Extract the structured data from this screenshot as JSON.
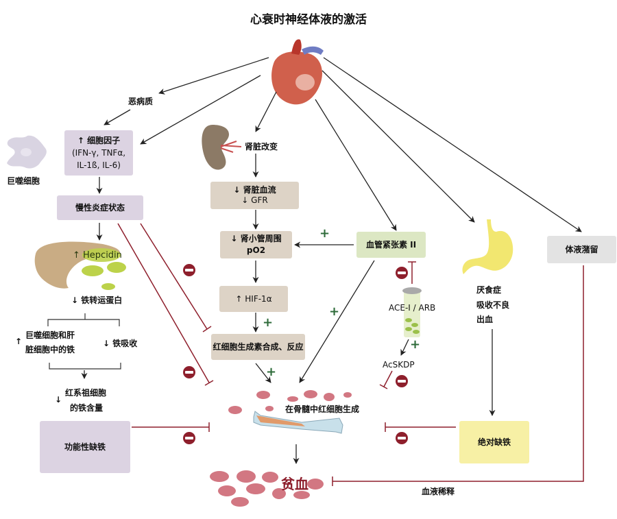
{
  "title": "心衰时神经体液的激活",
  "labels": {
    "cachexia": "恶病质",
    "macrophage": "巨噬细胞",
    "kidney_change": "肾脏改变",
    "hepcidin": "↑ Hepcidin",
    "ferroportin": "↓ 铁转运蛋白",
    "iron_stores_arrow": "↑",
    "iron_stores_line1": "巨噬细胞和肝",
    "iron_stores_line2": "脏细胞中的铁",
    "iron_absorption": "↓ 铁吸收",
    "erythroid_arrow": "↓",
    "erythroid_line1": "红系祖细胞",
    "erythroid_line2": "的铁含量",
    "ace_arb": "ACE-I / ARB",
    "acskdp": "AcSKDP",
    "stomach_line1": "厌食症",
    "stomach_line2": "吸收不良",
    "stomach_line3": "出血",
    "hemodilution": "血液稀释",
    "anemia": "贫血"
  },
  "boxes": {
    "cytokines_line1": "↑  细胞因子",
    "cytokines_line2": "(IFN-γ, TNFα,",
    "cytokines_line3": "IL-1ß, IL-6)",
    "chronic_inflammation": "慢性炎症状态",
    "renal_flow_line1": "↓ 肾脏血流",
    "renal_flow_line2": "↓ GFR",
    "peritubular_line1": "↓  肾小管周围",
    "peritubular_line2": "pO2",
    "hif": "↑  HIF-1α",
    "epo": "红细胞生成素合成、反应",
    "angiotensin": "血管紧张素  II",
    "fluid_retention": "体液潴留",
    "functional_iron_deficiency": "功能性缺铁",
    "absolute_iron_deficiency": "绝对缺铁",
    "bone_marrow": "在骨髓中红细胞生成"
  },
  "signs": {
    "plus": "+"
  },
  "colors": {
    "inhibit": "#8e1f2c",
    "activate": "#2e6b3a",
    "anemia_text": "#8c1c2a"
  }
}
